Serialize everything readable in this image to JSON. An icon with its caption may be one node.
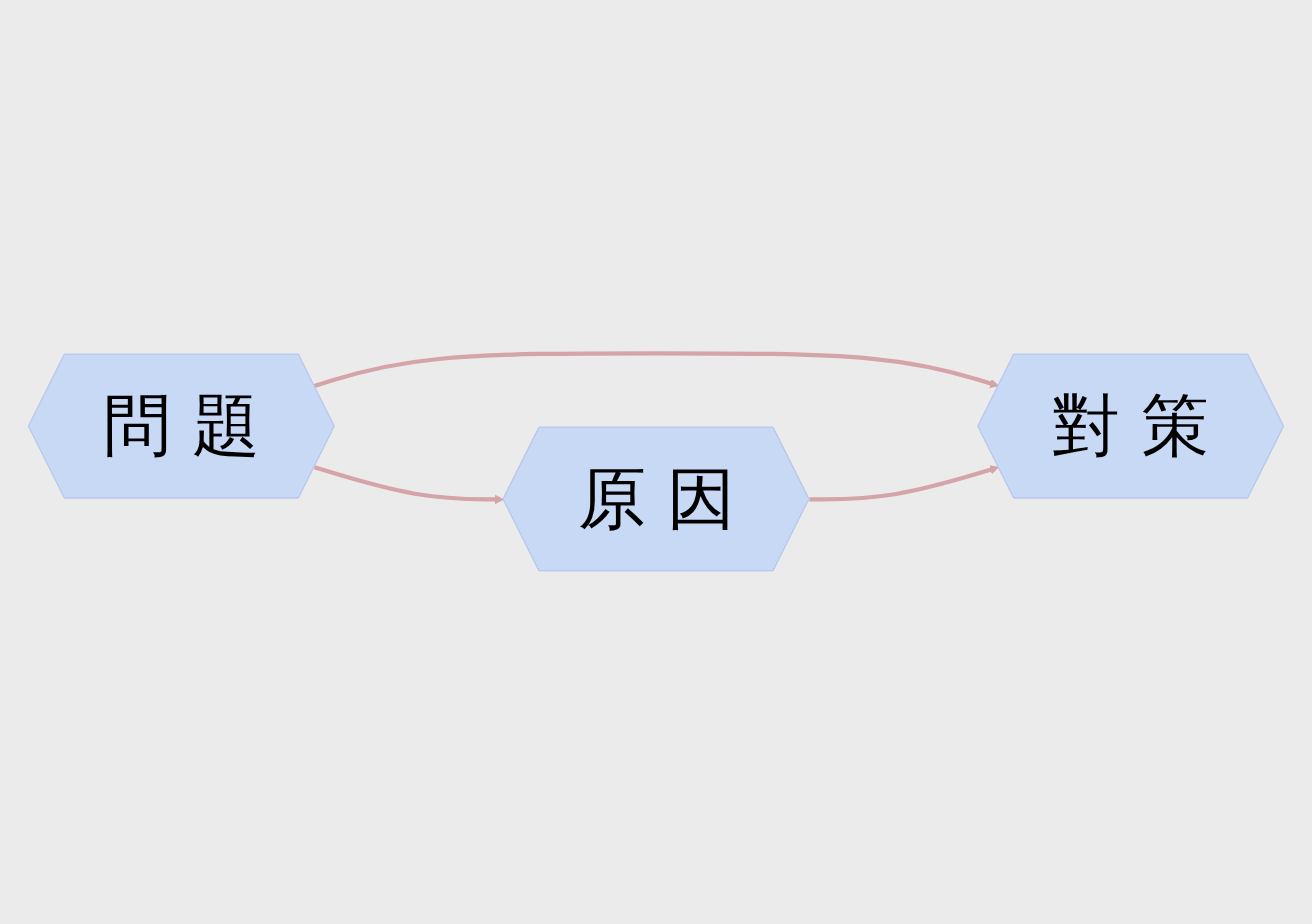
{
  "diagram": {
    "nodes": [
      {
        "text": [
          "問 題"
        ]
      },
      {
        "text": [
          "對 策"
        ]
      },
      {
        "text": [
          "原 因"
        ]
      }
    ],
    "edges": [
      {
        "from": 0,
        "to": 1,
        "arrow": "to"
      },
      {
        "from": 0,
        "to": 2,
        "arrow": "to"
      },
      {
        "from": 2,
        "to": 1,
        "arrow": "to"
      }
    ]
  }
}
